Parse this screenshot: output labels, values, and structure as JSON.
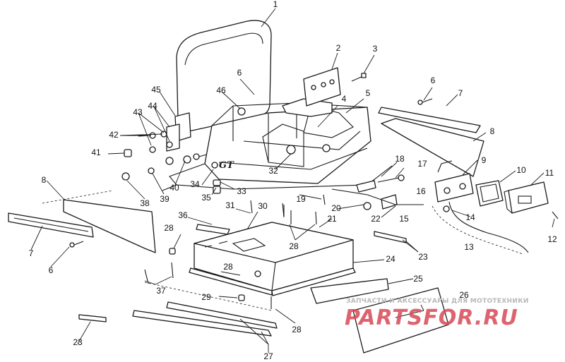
{
  "diagram": {
    "callouts": [
      {
        "id": "c1",
        "text": "1"
      },
      {
        "id": "c2",
        "text": "2"
      },
      {
        "id": "c3",
        "text": "3"
      },
      {
        "id": "c4",
        "text": "4"
      },
      {
        "id": "c5",
        "text": "5"
      },
      {
        "id": "c6a",
        "text": "6"
      },
      {
        "id": "c6b",
        "text": "6"
      },
      {
        "id": "c6c",
        "text": "6"
      },
      {
        "id": "c7a",
        "text": "7"
      },
      {
        "id": "c7b",
        "text": "7"
      },
      {
        "id": "c8a",
        "text": "8"
      },
      {
        "id": "c8b",
        "text": "8"
      },
      {
        "id": "c9",
        "text": "9"
      },
      {
        "id": "c10",
        "text": "10"
      },
      {
        "id": "c11",
        "text": "11"
      },
      {
        "id": "c12",
        "text": "12"
      },
      {
        "id": "c13",
        "text": "13"
      },
      {
        "id": "c14",
        "text": "14"
      },
      {
        "id": "c15",
        "text": "15"
      },
      {
        "id": "c16",
        "text": "16"
      },
      {
        "id": "c17",
        "text": "17"
      },
      {
        "id": "c18",
        "text": "18"
      },
      {
        "id": "c19",
        "text": "19"
      },
      {
        "id": "c20",
        "text": "20"
      },
      {
        "id": "c21",
        "text": "21"
      },
      {
        "id": "c22",
        "text": "22"
      },
      {
        "id": "c23a",
        "text": "23"
      },
      {
        "id": "c23b",
        "text": "23"
      },
      {
        "id": "c24",
        "text": "24"
      },
      {
        "id": "c25",
        "text": "25"
      },
      {
        "id": "c26",
        "text": "26"
      },
      {
        "id": "c27",
        "text": "27"
      },
      {
        "id": "c28a",
        "text": "28"
      },
      {
        "id": "c28b",
        "text": "28"
      },
      {
        "id": "c28c",
        "text": "28"
      },
      {
        "id": "c28d",
        "text": "28"
      },
      {
        "id": "c29",
        "text": "29"
      },
      {
        "id": "c30",
        "text": "30"
      },
      {
        "id": "c31",
        "text": "31"
      },
      {
        "id": "c32",
        "text": "32"
      },
      {
        "id": "c33",
        "text": "33"
      },
      {
        "id": "c34",
        "text": "34"
      },
      {
        "id": "c35",
        "text": "35"
      },
      {
        "id": "c36",
        "text": "36"
      },
      {
        "id": "c37",
        "text": "37"
      },
      {
        "id": "c38",
        "text": "38"
      },
      {
        "id": "c39",
        "text": "39"
      },
      {
        "id": "c40",
        "text": "40"
      },
      {
        "id": "c41",
        "text": "41"
      },
      {
        "id": "c42",
        "text": "42"
      },
      {
        "id": "c43",
        "text": "43"
      },
      {
        "id": "c44",
        "text": "44"
      },
      {
        "id": "c45",
        "text": "45"
      },
      {
        "id": "c46",
        "text": "46"
      }
    ],
    "frame_marking": "GT"
  },
  "watermark": {
    "caption": "ЗАПЧАСТИ И АКСЕССУАРЫ ДЛЯ МОТОТЕХНИКИ",
    "brand": "PARTSFOR.RU"
  }
}
